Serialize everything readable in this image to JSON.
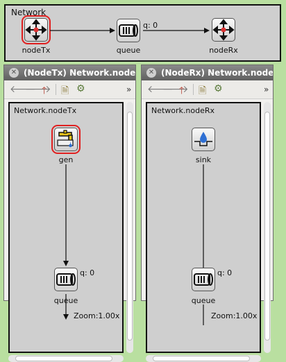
{
  "network": {
    "title": "Network",
    "nodes": {
      "tx": "nodeTx",
      "queue": "queue",
      "rx": "nodeRx"
    },
    "queue_count": "q: 0"
  },
  "windows": {
    "tx": {
      "title": "(NodeTx) Network.nodeTx",
      "canvas_title": "Network.nodeTx",
      "modules": {
        "gen": "gen",
        "queue": "queue"
      },
      "queue_count": "q: 0",
      "zoom": "Zoom:1.00x"
    },
    "rx": {
      "title": "(NodeRx) Network.nodeRx",
      "canvas_title": "Network.nodeRx",
      "modules": {
        "sink": "sink",
        "queue": "queue"
      },
      "queue_count": "q: 0",
      "zoom": "Zoom:1.00x"
    }
  },
  "toolbar": {
    "overflow": "»"
  },
  "colors": {
    "background": "#b9dfa0",
    "selection": "#e02020",
    "canvas": "#cfcfcf"
  }
}
